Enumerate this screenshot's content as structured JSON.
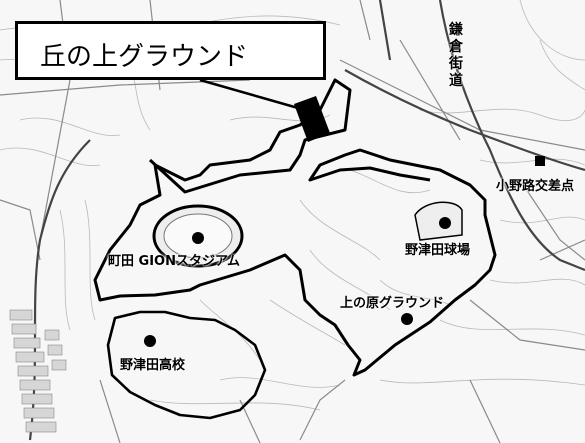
{
  "title": "丘の上グラウンド",
  "road_label": "鎌倉街道",
  "labels": {
    "stadium": "町田 GIONスタジアム",
    "baseball": "野津田球場",
    "kaminohara": "上の原グラウンド",
    "highschool": "野津田高校",
    "intersection": "小野路交差点"
  },
  "icons": {
    "facility": "filled-circle",
    "intersection": "filled-square",
    "target": "filled-rectangle"
  }
}
